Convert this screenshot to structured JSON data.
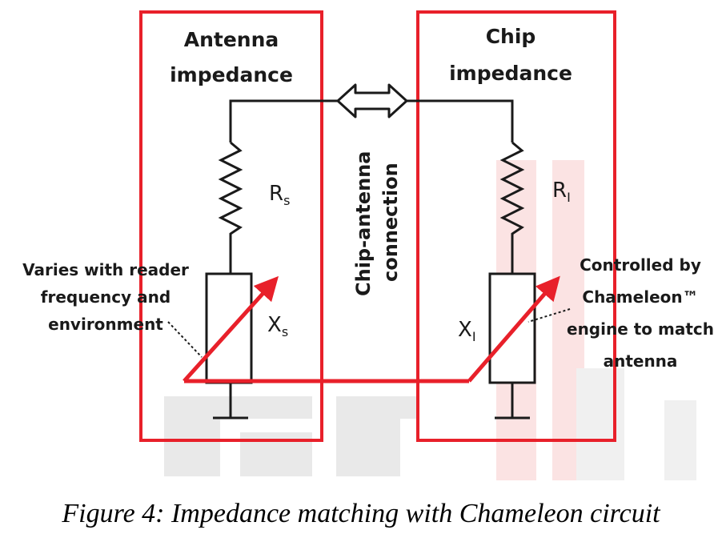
{
  "antenna_box": {
    "title_line1": "Antenna",
    "title_line2": "impedance",
    "resistor_label": "R",
    "resistor_sub": "s",
    "reactance_label": "X",
    "reactance_sub": "s"
  },
  "chip_box": {
    "title_line1": "Chip",
    "title_line2": "impedance",
    "resistor_label": "R",
    "resistor_sub": "I",
    "reactance_label": "X",
    "reactance_sub": "I"
  },
  "connection": {
    "line1": "Chip-antenna",
    "line2": "connection"
  },
  "annotation_left": {
    "line1": "Varies with reader",
    "line2": "frequency and",
    "line3": "environment"
  },
  "annotation_right": {
    "line1": "Controlled by",
    "line2": "Chameleon™",
    "line3": "engine to match",
    "line4": "antenna"
  },
  "caption": "Figure 4: Impedance matching with Chameleon circuit",
  "colors": {
    "box": "#e8202a",
    "wire": "#1a1a1a",
    "arrow": "#e8202a",
    "watermark": "#e6e6e6"
  }
}
